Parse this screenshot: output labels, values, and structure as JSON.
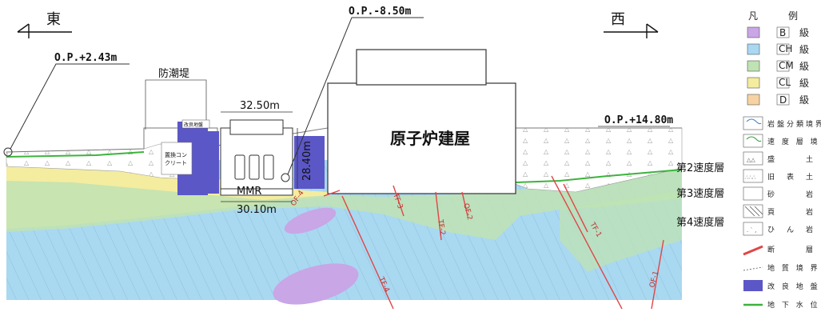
{
  "directions": {
    "east": "東",
    "west": "西"
  },
  "elevations": {
    "ground_left": "O.P.+2.43m",
    "top_center": "O.P.-8.50m",
    "ground_right": "O.P.+14.80m"
  },
  "structures": {
    "seawall": "防潮堤",
    "reactor": "原子炉建屋",
    "replacement_concrete": [
      "置換コン",
      "クリート"
    ],
    "improved_ground_label": "改良地盤",
    "mmr": "MMR"
  },
  "dimensions": {
    "top_width": "32.50m",
    "bottom_width": "30.10m",
    "height": "28.40m"
  },
  "layers": [
    "第2速度層",
    "第3速度層",
    "第4速度層"
  ],
  "faults": [
    "OF-4",
    "TF-3",
    "TF-2",
    "OF-2",
    "TF-1",
    "OF-1",
    "TF-4"
  ],
  "legend": {
    "title": [
      "凡",
      "例"
    ],
    "rock_classes": [
      {
        "symbol": "B",
        "text": "級",
        "color": "#c9a6e6"
      },
      {
        "symbol": "CH",
        "text": "級",
        "color": "#a9d8f1"
      },
      {
        "symbol": "CM",
        "text": "級",
        "color": "#bfe3b3"
      },
      {
        "symbol": "CL",
        "text": "級",
        "color": "#f4ec9f"
      },
      {
        "symbol": "D",
        "text": "級",
        "color": "#f7d3a3"
      }
    ],
    "items": [
      "岩盤分類境界",
      "速 度 層 境 界",
      "盛　　　土",
      "旧　表　土",
      "砂　　　岩",
      "頁　　　岩",
      "ひ　ん　岩",
      "断　　　層",
      "地 質 境 界",
      "改 良 地 盤 等",
      "地 下 水 位"
    ]
  },
  "colors": {
    "water_blue": "#a9d8f1",
    "sand_yellow": "#f4ec9f",
    "cm_green": "#bfe3b3",
    "b_purple": "#c9a6e6",
    "improved_blue": "#5b57c7",
    "fault_red": "#e04646",
    "groundwater_green": "#3db33d"
  }
}
